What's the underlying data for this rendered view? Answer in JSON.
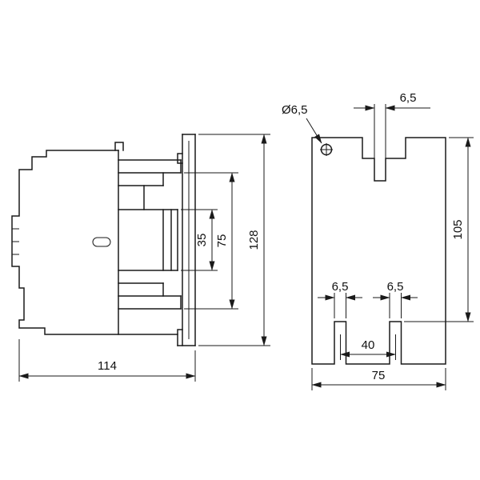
{
  "drawing": {
    "type": "technical-dimension-drawing",
    "line_color": "#1a1a1a",
    "background": "#ffffff",
    "views": {
      "side": {
        "label": "side-view"
      },
      "front": {
        "label": "front-view"
      }
    }
  },
  "dims": {
    "side_width": "114",
    "side_overall_height": "128",
    "side_mid_height": "75",
    "side_rail_height": "35",
    "front_hole_dia": "Ø6,5",
    "front_slot_width": "6,5",
    "front_height": "105",
    "front_notch_left": "6,5",
    "front_notch_right": "6,5",
    "front_notch_spacing": "40",
    "front_width": "75"
  }
}
